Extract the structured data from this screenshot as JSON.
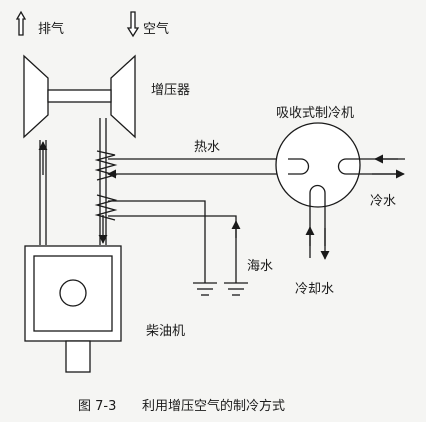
{
  "labels": {
    "exhaust": "排气",
    "air": "空气",
    "turbocharger": "增压器",
    "absorption_chiller": "吸收式制冷机",
    "hot_water": "热水",
    "cold_water": "冷水",
    "sea_water": "海水",
    "cooling_water": "冷却水",
    "diesel_engine": "柴油机"
  },
  "caption": {
    "number": "图 7-3",
    "text": "利用增压空气的制冷方式"
  },
  "colors": {
    "line": "#1a1a1a",
    "background": "#f5f5f3"
  }
}
